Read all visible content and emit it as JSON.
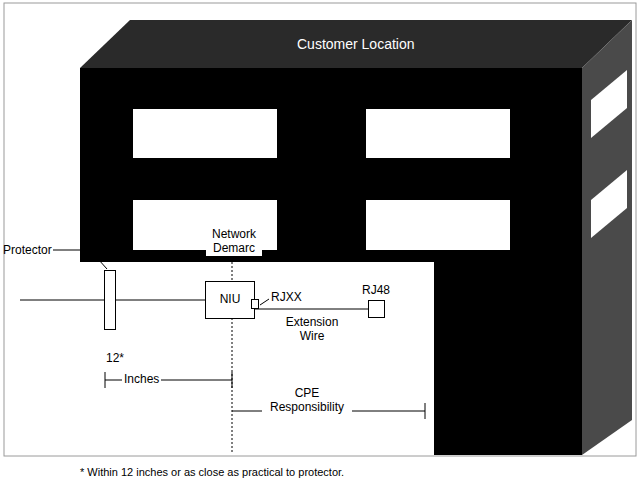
{
  "diagram": {
    "nodes": [
      {
        "text": [
          "Protector"
        ]
      },
      {
        "text": [
          "NIU"
        ]
      },
      {
        "text": [
          "RJ48"
        ]
      }
    ],
    "edges": [
      {
        "from": 0,
        "to": 1,
        "arrow": "none"
      },
      {
        "from": 1,
        "to": 2,
        "arrow": "none",
        "label": "Extension Wire"
      }
    ],
    "labels": [
      "Customer Location",
      "Network Demarc",
      "RJXX",
      "12*",
      "Inches",
      "CPE Responsibility",
      "* Within 12 inches or as close as practical to protector."
    ]
  }
}
